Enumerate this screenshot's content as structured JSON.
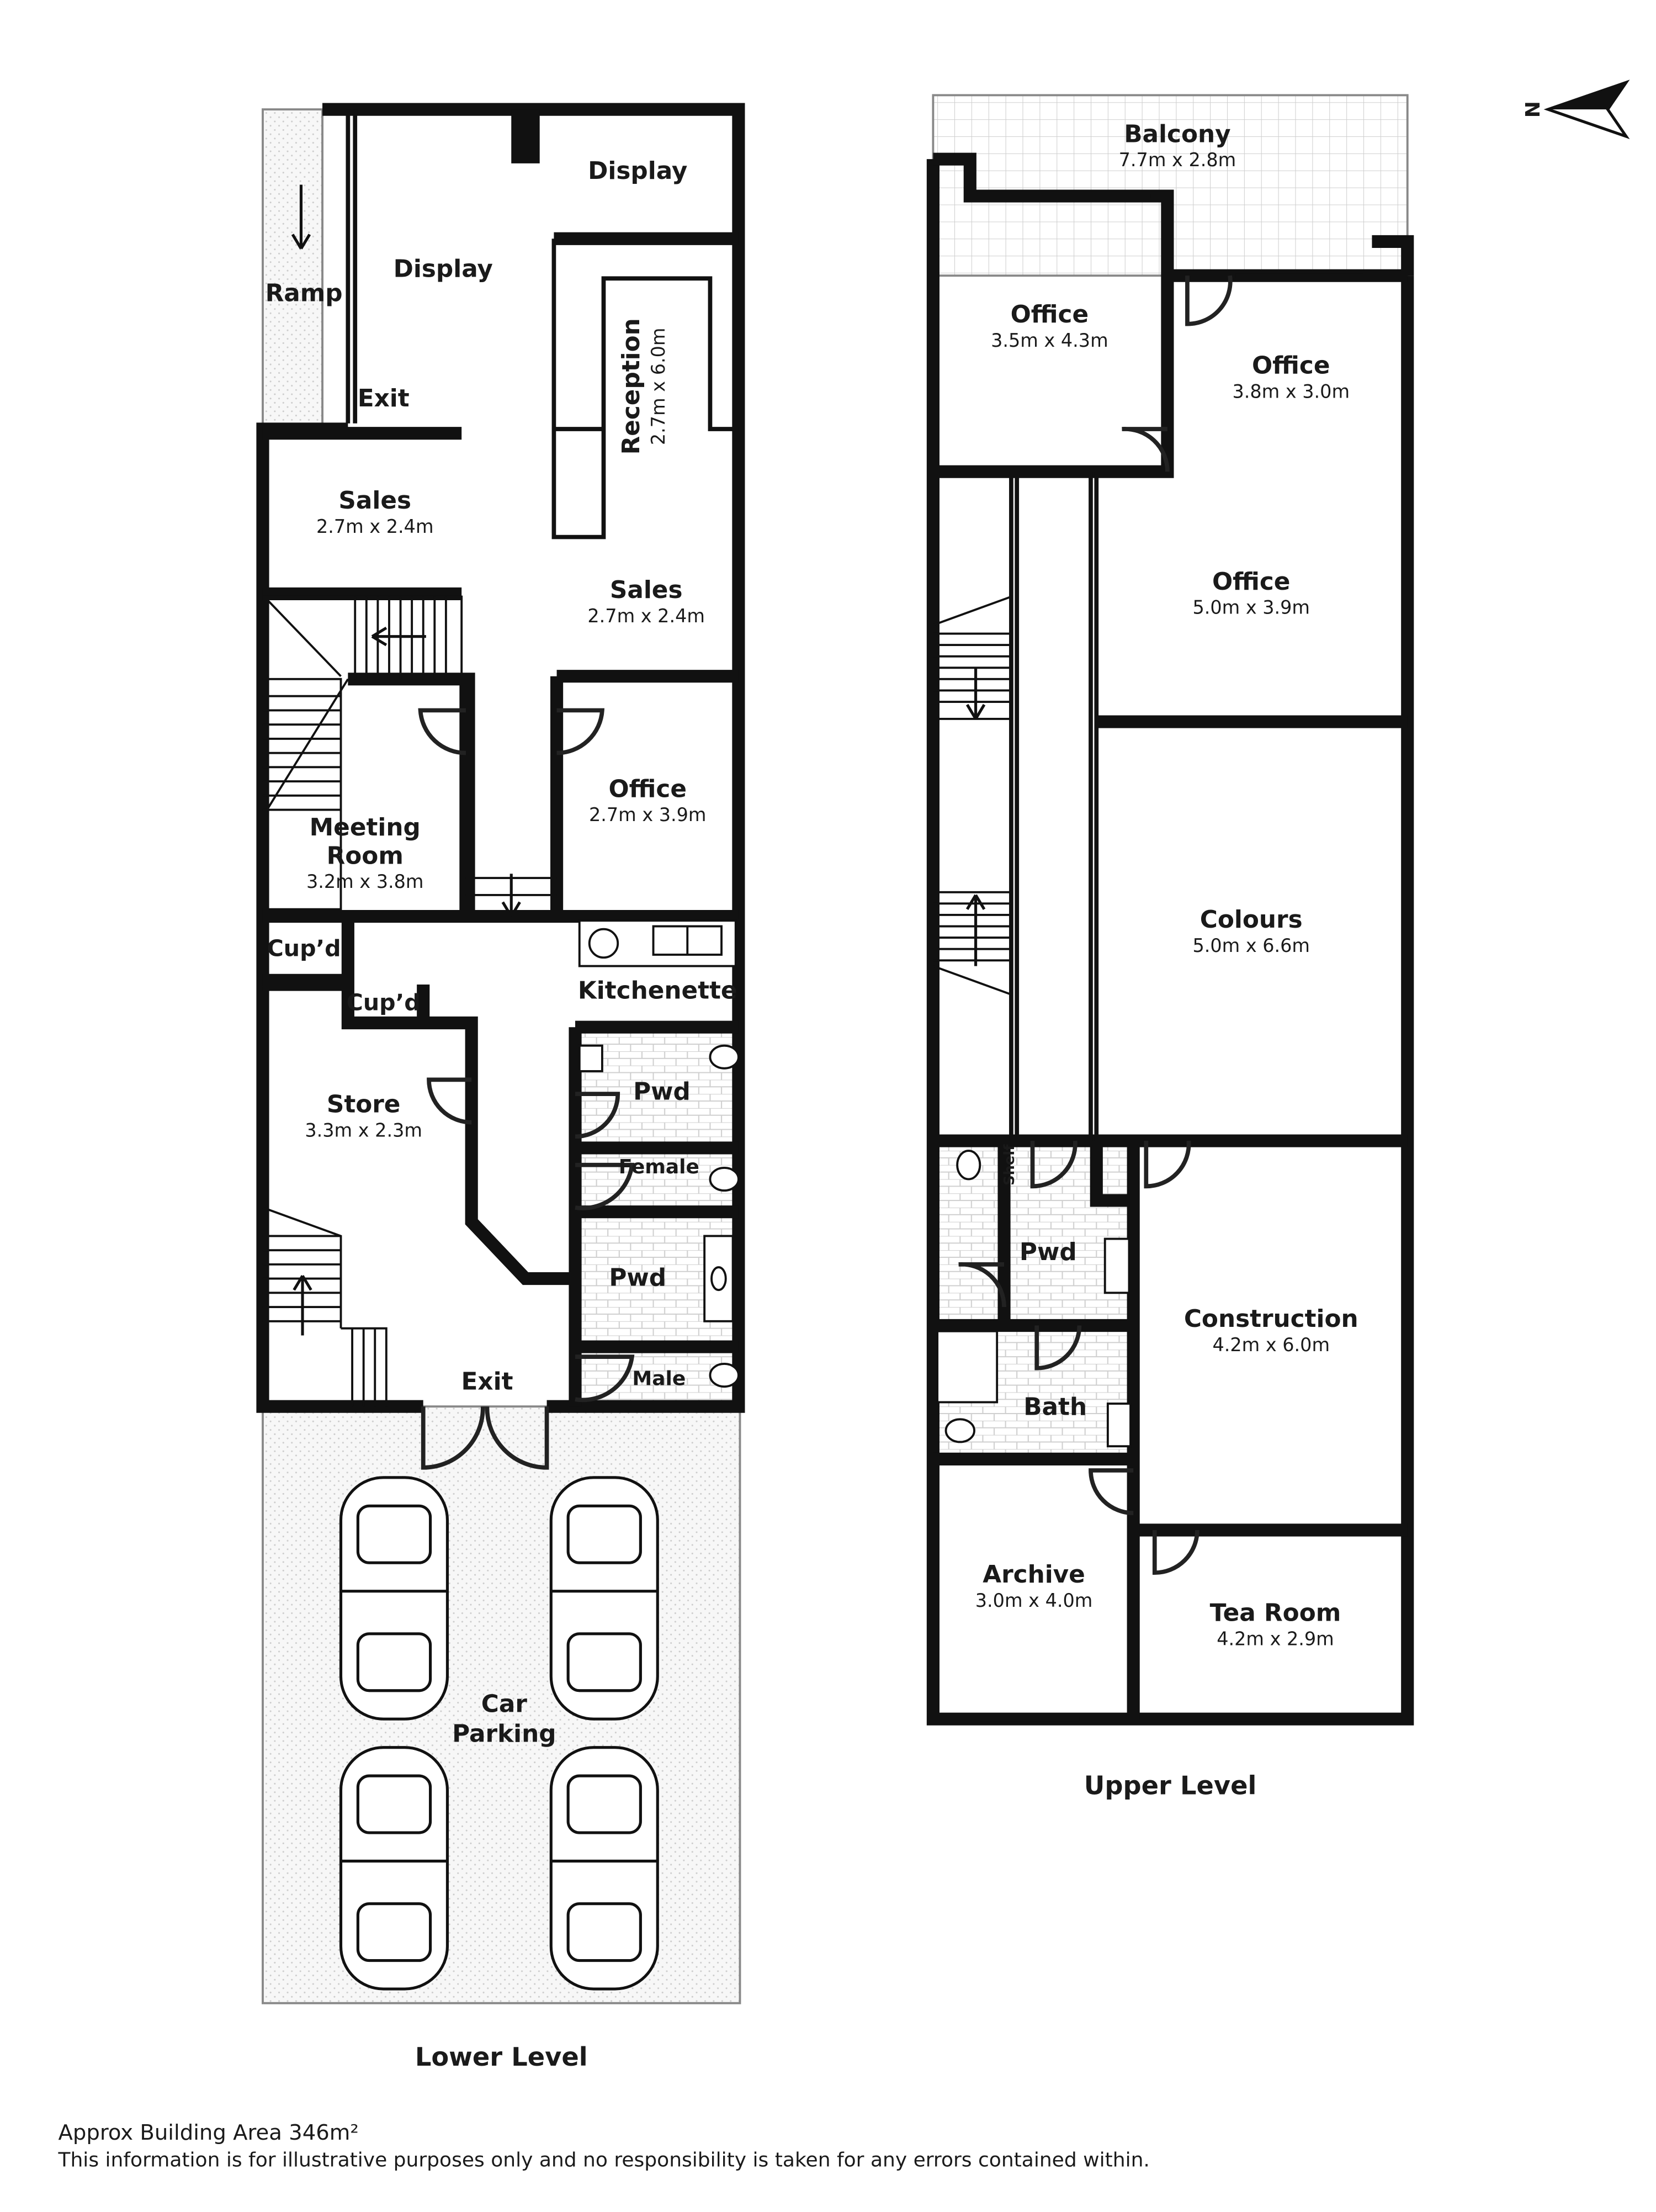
{
  "lower_level": {
    "title": "Lower Level",
    "rooms": {
      "ramp": {
        "name": "Ramp"
      },
      "display_top": {
        "name": "Display"
      },
      "display_left": {
        "name": "Display"
      },
      "exit_top": {
        "name": "Exit"
      },
      "reception": {
        "name": "Reception",
        "dims": "2.7m x 6.0m"
      },
      "sales_left": {
        "name": "Sales",
        "dims": "2.7m x 2.4m"
      },
      "sales_center": {
        "name": "Sales",
        "dims": "2.7m x 2.4m"
      },
      "meeting": {
        "name_line1": "Meeting",
        "name_line2": "Room",
        "dims": "3.2m x 3.8m"
      },
      "office": {
        "name": "Office",
        "dims": "2.7m x 3.9m"
      },
      "cupd_1": {
        "name": "Cup’d"
      },
      "cupd_2": {
        "name": "Cup’d"
      },
      "kitchenette": {
        "name": "Kitchenette"
      },
      "pwd_1": {
        "name": "Pwd"
      },
      "female": {
        "name": "Female"
      },
      "pwd_2": {
        "name": "Pwd"
      },
      "male": {
        "name": "Male"
      },
      "store": {
        "name": "Store",
        "dims": "3.3m x 2.3m"
      },
      "exit_bottom": {
        "name": "Exit"
      },
      "car_parking": {
        "name_line1": "Car",
        "name_line2": "Parking"
      }
    }
  },
  "upper_level": {
    "title": "Upper Level",
    "rooms": {
      "balcony": {
        "name": "Balcony",
        "dims": "7.7m x 2.8m"
      },
      "office_1": {
        "name": "Office",
        "dims": "3.5m x 4.3m"
      },
      "office_2": {
        "name": "Office",
        "dims": "3.8m x 3.0m"
      },
      "office_3": {
        "name": "Office",
        "dims": "5.0m x 3.9m"
      },
      "colours": {
        "name": "Colours",
        "dims": "5.0m x 6.6m"
      },
      "shelf": {
        "name": "Shelf"
      },
      "pwd": {
        "name": "Pwd"
      },
      "bath": {
        "name": "Bath"
      },
      "construction": {
        "name": "Construction",
        "dims": "4.2m x 6.0m"
      },
      "archive": {
        "name": "Archive",
        "dims": "3.0m x 4.0m"
      },
      "tea_room": {
        "name": "Tea Room",
        "dims": "4.2m x 2.9m"
      }
    }
  },
  "compass": {
    "label": "N",
    "icon": "north-arrow-icon"
  },
  "footer": {
    "area": "Approx Building Area 346m²",
    "disclaimer": "This information is for illustrative purposes only and no responsibility is taken for any errors contained within."
  }
}
